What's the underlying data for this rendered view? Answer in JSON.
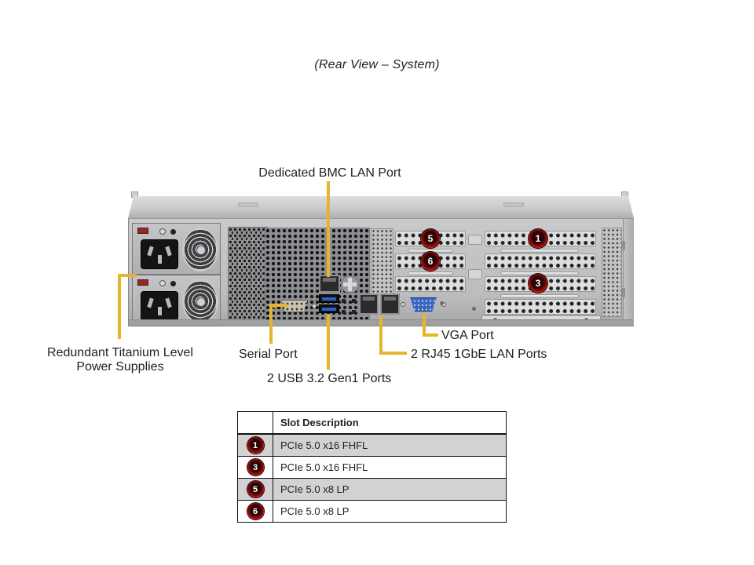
{
  "title": "(Rear View – System)",
  "callouts": {
    "bmc": "Dedicated BMC LAN Port",
    "psu": [
      "Redundant Titanium Level",
      "Power Supplies"
    ],
    "serial": "Serial Port",
    "usb": "2 USB 3.2 Gen1 Ports",
    "lan": "2 RJ45 1GbE LAN Ports",
    "vga": "VGA Port"
  },
  "chassis": {
    "slot_badges": {
      "s5": "5",
      "s6": "6",
      "s1": "1",
      "s3": "3"
    }
  },
  "table": {
    "header_description": "Slot Description",
    "rows": [
      {
        "slot": "1",
        "description": "PCIe 5.0 x16 FHFL"
      },
      {
        "slot": "3",
        "description": "PCIe 5.0 x16 FHFL"
      },
      {
        "slot": "5",
        "description": "PCIe 5.0 x8 LP"
      },
      {
        "slot": "6",
        "description": "PCIe 5.0 x8 LP"
      }
    ]
  },
  "colors": {
    "callout_line": "#E7B42E",
    "badge_red": "#C01010",
    "row_shade": "#D2D2D2",
    "chassis_gray": "#C3C4C6"
  }
}
